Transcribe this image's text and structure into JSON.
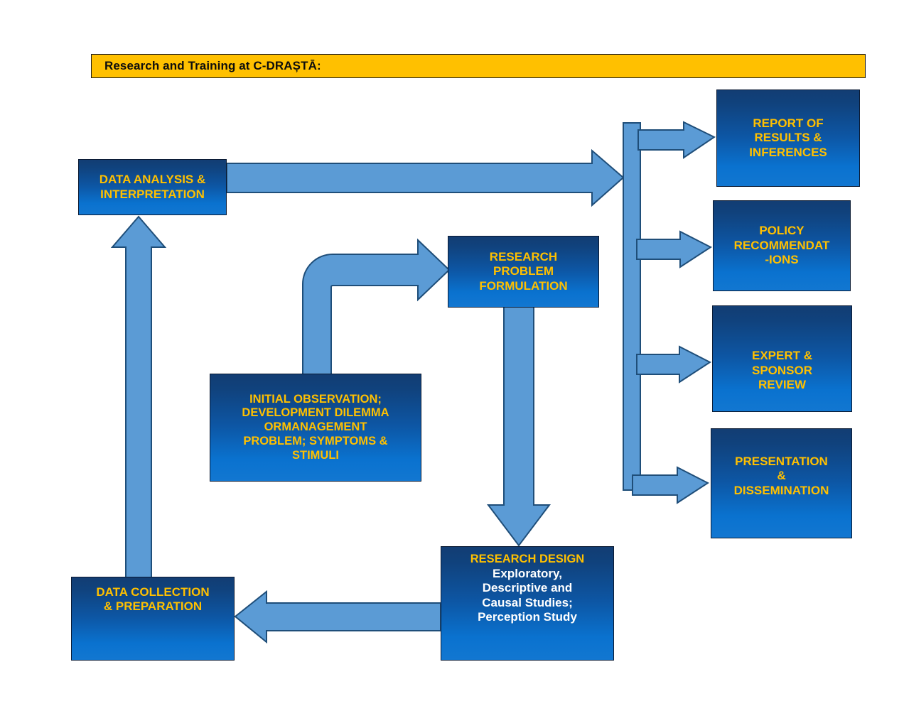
{
  "header": {
    "title": "Research and Training at  C-DRAȘTĀ:",
    "bg_color": "#FFC000",
    "text_color": "#0D0D0D"
  },
  "theme": {
    "node_fill_dark": "#123D73",
    "node_fill_light": "#1277D1",
    "node_text_color": "#FFC000",
    "node_subtext_color": "#FFFFFF",
    "arrow_fill": "#5B9BD5",
    "arrow_stroke": "#1F4E79"
  },
  "diagram": {
    "type": "flowchart",
    "nodes": [
      {
        "id": "data-analysis",
        "lines": [
          "DATA ANALYSIS &",
          "INTERPRETATION"
        ]
      },
      {
        "id": "data-collection",
        "lines": [
          "DATA COLLECTION",
          "& PREPARATION"
        ]
      },
      {
        "id": "initial-observation",
        "lines": [
          "INITIAL OBSERVATION;",
          "DEVELOPMENT DILEMMA",
          "ORMANAGEMENT",
          "PROBLEM; SYMPTOMS &",
          "STIMULI"
        ]
      },
      {
        "id": "problem-formulation",
        "lines": [
          "RESEARCH",
          "PROBLEM",
          "FORMULATION"
        ]
      },
      {
        "id": "research-design",
        "title": "RESEARCH DESIGN",
        "lines": [
          "Exploratory,",
          "Descriptive and",
          "Causal Studies;",
          "Perception Study"
        ]
      },
      {
        "id": "report",
        "lines": [
          "REPORT OF",
          "RESULTS &",
          "INFERENCES"
        ]
      },
      {
        "id": "policy",
        "lines": [
          "POLICY",
          "RECOMMENDAT",
          "-IONS"
        ]
      },
      {
        "id": "expert",
        "lines": [
          "EXPERT &",
          "SPONSOR",
          "REVIEW"
        ]
      },
      {
        "id": "presentation",
        "lines": [
          "PRESENTATION",
          "&",
          "DISSEMINATION"
        ]
      }
    ],
    "edges": [
      {
        "id": "collection-to-analysis",
        "from": "data-collection",
        "to": "data-analysis",
        "direction": "up"
      },
      {
        "id": "analysis-to-distributor",
        "from": "data-analysis",
        "to": "distribution-bar",
        "direction": "right"
      },
      {
        "id": "observation-to-formulation",
        "from": "initial-observation",
        "to": "problem-formulation",
        "direction": "elbow-up-right"
      },
      {
        "id": "formulation-to-design",
        "from": "problem-formulation",
        "to": "research-design",
        "direction": "down"
      },
      {
        "id": "design-to-collection",
        "from": "research-design",
        "to": "data-collection",
        "direction": "left"
      },
      {
        "id": "distributor-to-report",
        "from": "distribution-bar",
        "to": "report",
        "direction": "right"
      },
      {
        "id": "distributor-to-policy",
        "from": "distribution-bar",
        "to": "policy",
        "direction": "right"
      },
      {
        "id": "distributor-to-expert",
        "from": "distribution-bar",
        "to": "expert",
        "direction": "right"
      },
      {
        "id": "distributor-to-presentation",
        "from": "distribution-bar",
        "to": "presentation",
        "direction": "right"
      }
    ]
  }
}
